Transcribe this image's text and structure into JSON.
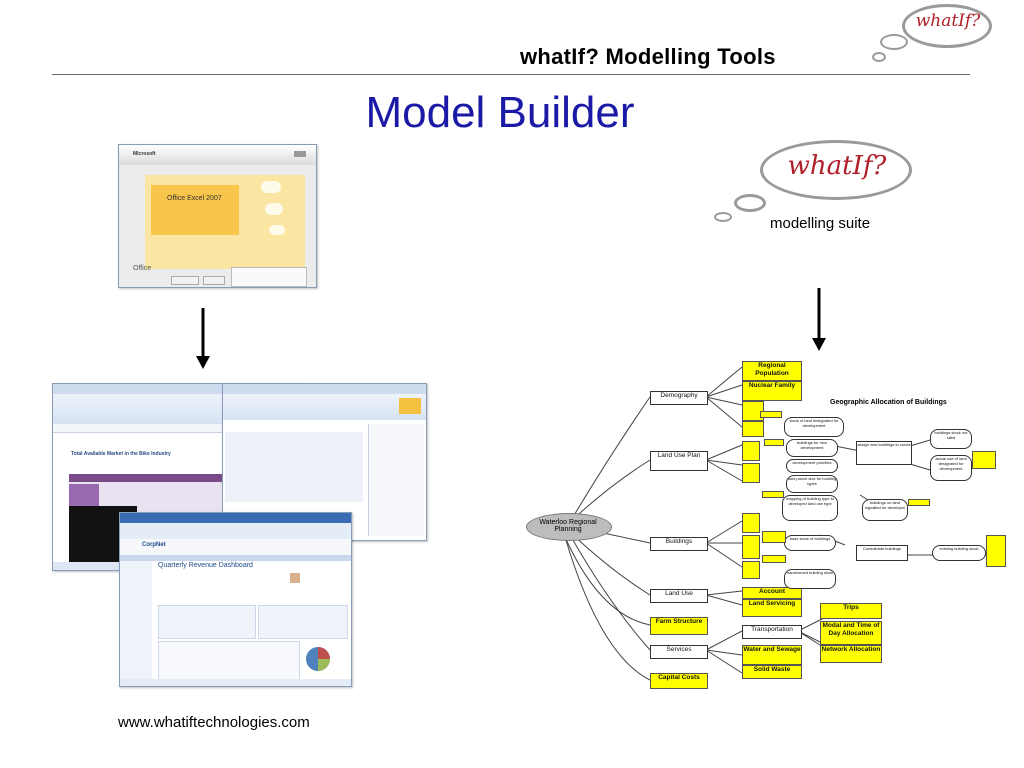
{
  "header": {
    "title": "whatIf? Modelling Tools",
    "logo_text": "whatIf?"
  },
  "slide": {
    "title": "Model Builder",
    "footer_url": "www.whatiftechnologies.com"
  },
  "suite_logo": {
    "logo_text": "whatIf?",
    "caption": "modelling suite"
  },
  "left_column": {
    "excel_splash": {
      "product": "Office Excel 2007",
      "brand": "Microsoft",
      "office_label": "Office"
    },
    "excel_workbook": {
      "sheet_title": "Total Available Market in the Bike Industry"
    },
    "dashboard": {
      "app_name": "CorpNet",
      "title": "Quarterly Revenue Dashboard"
    }
  },
  "diagram": {
    "title": "Geographic Allocation of Buildings",
    "hub": "Waterloo Regional Planning",
    "left_boxes": [
      "Demography",
      "Land Use Plan",
      "Buildings",
      "Land Use",
      "Services"
    ],
    "yellow_left": [
      "Farm Structure",
      "Capital Costs"
    ],
    "yellow_right": [
      "Regional Population",
      "Nuclear Family",
      "Account",
      "Land Servicing",
      "Water and Sewage",
      "Solid Waste",
      "Trips",
      "Modal and Time of Day Allocation",
      "Network Allocation"
    ],
    "white_right": [
      "Transportation"
    ],
    "flow_nodes": [
      "stock of land designated for development",
      "buildings for new development",
      "development priorities",
      "land parcel size for building types",
      "mapping of building type to developed land use type",
      "assign new buildings to zones",
      "buildings stock not sited",
      "actual use of land designated for development",
      "buildings on land signalled for developm",
      "base stock of buildings",
      "Consolidate buildings",
      "existing building stock",
      "transformed building stock"
    ]
  }
}
